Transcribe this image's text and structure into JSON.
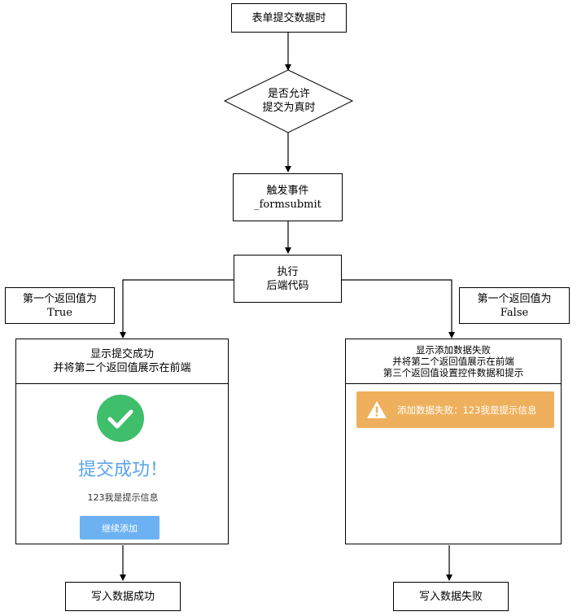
{
  "nodes": {
    "start": "表单提交数据时",
    "decision_line1": "是否允许",
    "decision_line2": "提交为真时",
    "event_line1": "触发事件",
    "event_line2": "_formsubmit",
    "exec_line1": "执行",
    "exec_line2": "后端代码",
    "true_label_line1": "第一个返回值为",
    "true_label_line2": "True",
    "false_label_line1": "第一个返回值为",
    "false_label_line2": "False",
    "success_write": "写入数据成功",
    "fail_write": "写入数据失败"
  },
  "left_panel": {
    "header_line1": "显示提交成功",
    "header_line2": "并将第二个返回值展示在前端",
    "success_title": "提交成功！",
    "info_text": "123我是提示信息",
    "button_label": "继续添加"
  },
  "right_panel": {
    "header_line1": "显示添加数据失败",
    "header_line2": "并将第二个返回值展示在前端",
    "header_line3": "第三个返回值设置控件数据和提示",
    "alert_text": "添加数据失败：123我是提示信息"
  },
  "colors": {
    "success_green": "#3fbf6b",
    "success_blue": "#5aa4ec",
    "button_blue": "#6cb2f3",
    "warning_orange": "#efb05d"
  },
  "icons": {
    "success": "check-circle-icon",
    "warning": "warning-triangle-icon"
  }
}
